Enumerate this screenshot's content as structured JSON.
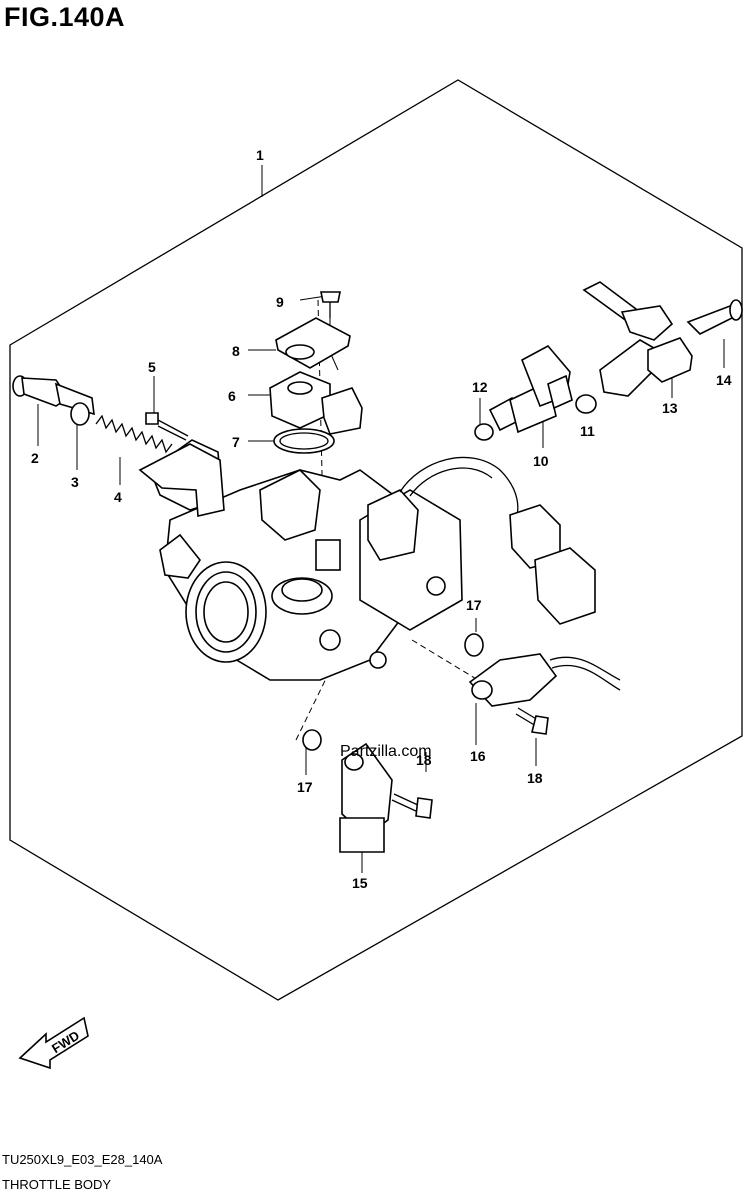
{
  "figure_title": "FIG.140A",
  "figure_code": "TU250XL9_E03_E28_140A",
  "caption": "THROTTLE BODY",
  "watermark": "Partzilla.com",
  "fwd_label": "FWD",
  "callouts": {
    "c1": "1",
    "c2": "2",
    "c3": "3",
    "c4": "4",
    "c5": "5",
    "c6": "6",
    "c7": "7",
    "c8": "8",
    "c9": "9",
    "c10": "10",
    "c11": "11",
    "c12": "12",
    "c13": "13",
    "c14": "14",
    "c15": "15",
    "c16": "16",
    "c17a": "17",
    "c17b": "17",
    "c18a": "18",
    "c18b": "18"
  }
}
